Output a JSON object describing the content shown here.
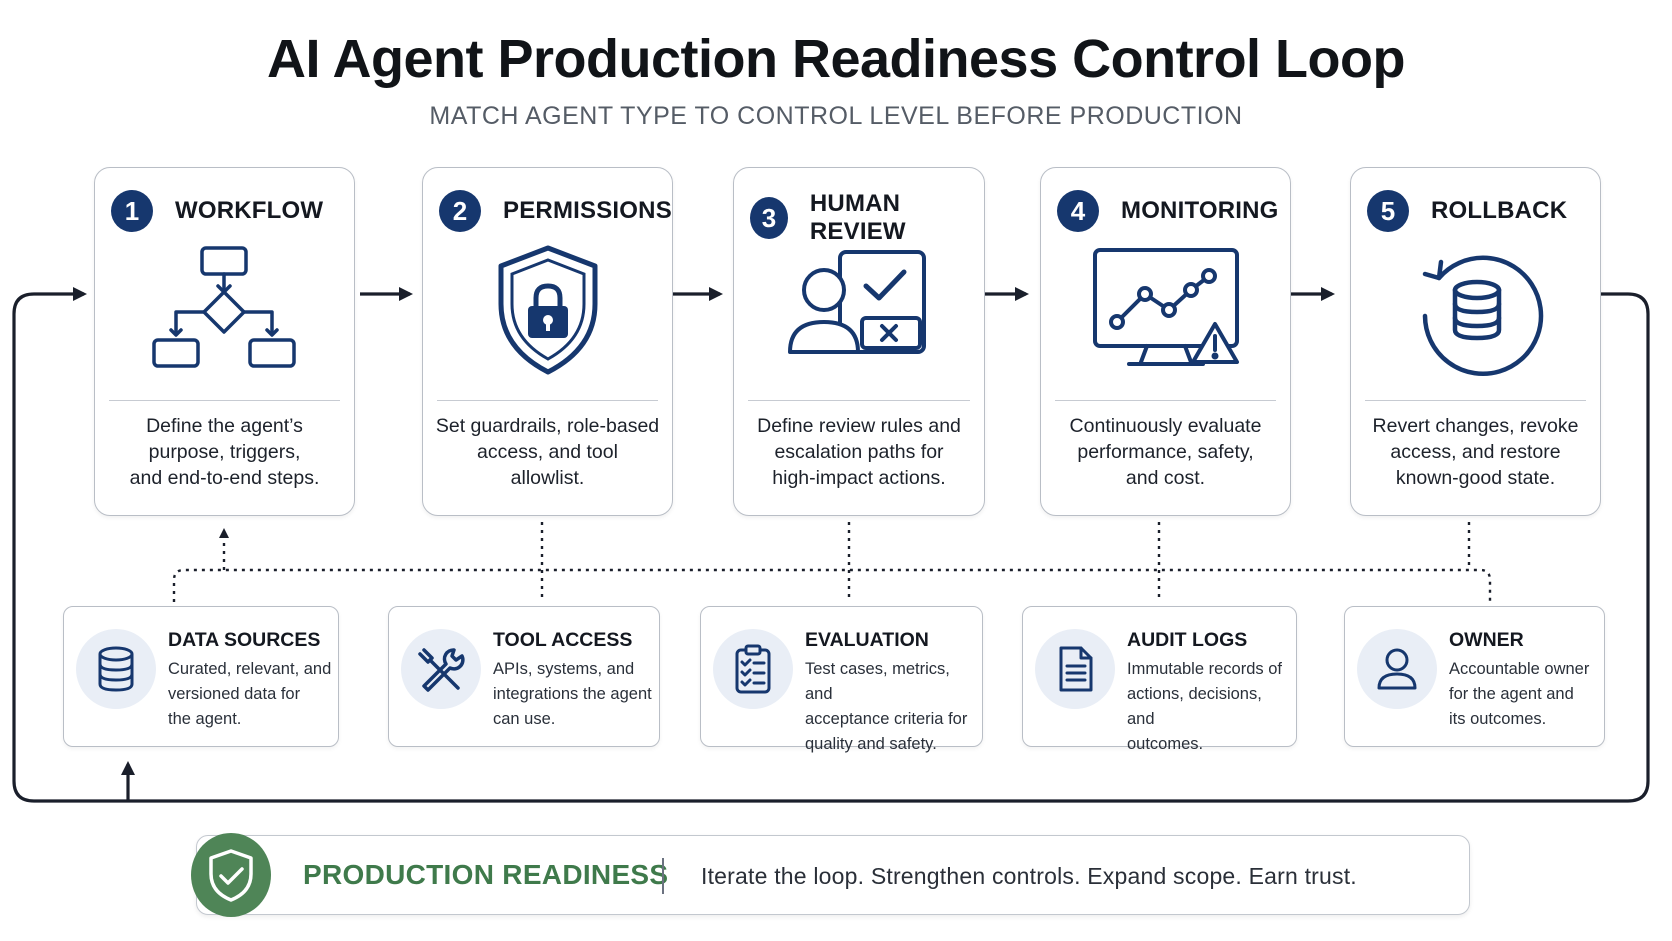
{
  "title": "AI Agent Production Readiness Control Loop",
  "subtitle": "MATCH AGENT TYPE TO CONTROL LEVEL BEFORE PRODUCTION",
  "steps": [
    {
      "number": "1",
      "title": "WORKFLOW",
      "icon": "flowchart-icon",
      "desc": [
        "Define the agent’s",
        "purpose, triggers,",
        "and end-to-end steps."
      ]
    },
    {
      "number": "2",
      "title": "PERMISSIONS",
      "icon": "shield-lock-icon",
      "desc": [
        "Set guardrails, role-based",
        "access, and tool",
        "allowlist."
      ]
    },
    {
      "number": "3",
      "title": "HUMAN REVIEW",
      "icon": "reviewer-checklist-icon",
      "desc": [
        "Define review rules and",
        "escalation paths for",
        "high-impact actions."
      ]
    },
    {
      "number": "4",
      "title": "MONITORING",
      "icon": "monitor-alert-icon",
      "desc": [
        "Continuously evaluate",
        "performance, safety,",
        "and cost."
      ]
    },
    {
      "number": "5",
      "title": "ROLLBACK",
      "icon": "database-restore-icon",
      "desc": [
        "Revert changes, revoke",
        "access, and restore",
        "known-good state."
      ]
    }
  ],
  "foundations": [
    {
      "title": "DATA SOURCES",
      "icon": "database-icon",
      "desc": [
        "Curated, relevant, and",
        "versioned data for",
        "the agent."
      ]
    },
    {
      "title": "TOOL ACCESS",
      "icon": "tools-icon",
      "desc": [
        "APIs, systems, and",
        "integrations the agent",
        "can use."
      ]
    },
    {
      "title": "EVALUATION",
      "icon": "clipboard-checklist-icon",
      "desc": [
        "Test cases, metrics, and",
        "acceptance criteria for",
        "quality and safety."
      ]
    },
    {
      "title": "AUDIT LOGS",
      "icon": "document-icon",
      "desc": [
        "Immutable records of",
        "actions, decisions, and",
        "outcomes."
      ]
    },
    {
      "title": "OWNER",
      "icon": "person-icon",
      "desc": [
        "Accountable owner",
        "for the agent and",
        "its outcomes."
      ]
    }
  ],
  "banner": {
    "title": "PRODUCTION READINESS",
    "text": "Iterate the loop. Strengthen controls. Expand scope. Earn trust.",
    "icon": "shield-check-icon"
  },
  "colors": {
    "navy": "#16376e",
    "green": "#4f8557",
    "green_text": "#3f7a4b",
    "icon_bg": "#e9eef6"
  }
}
